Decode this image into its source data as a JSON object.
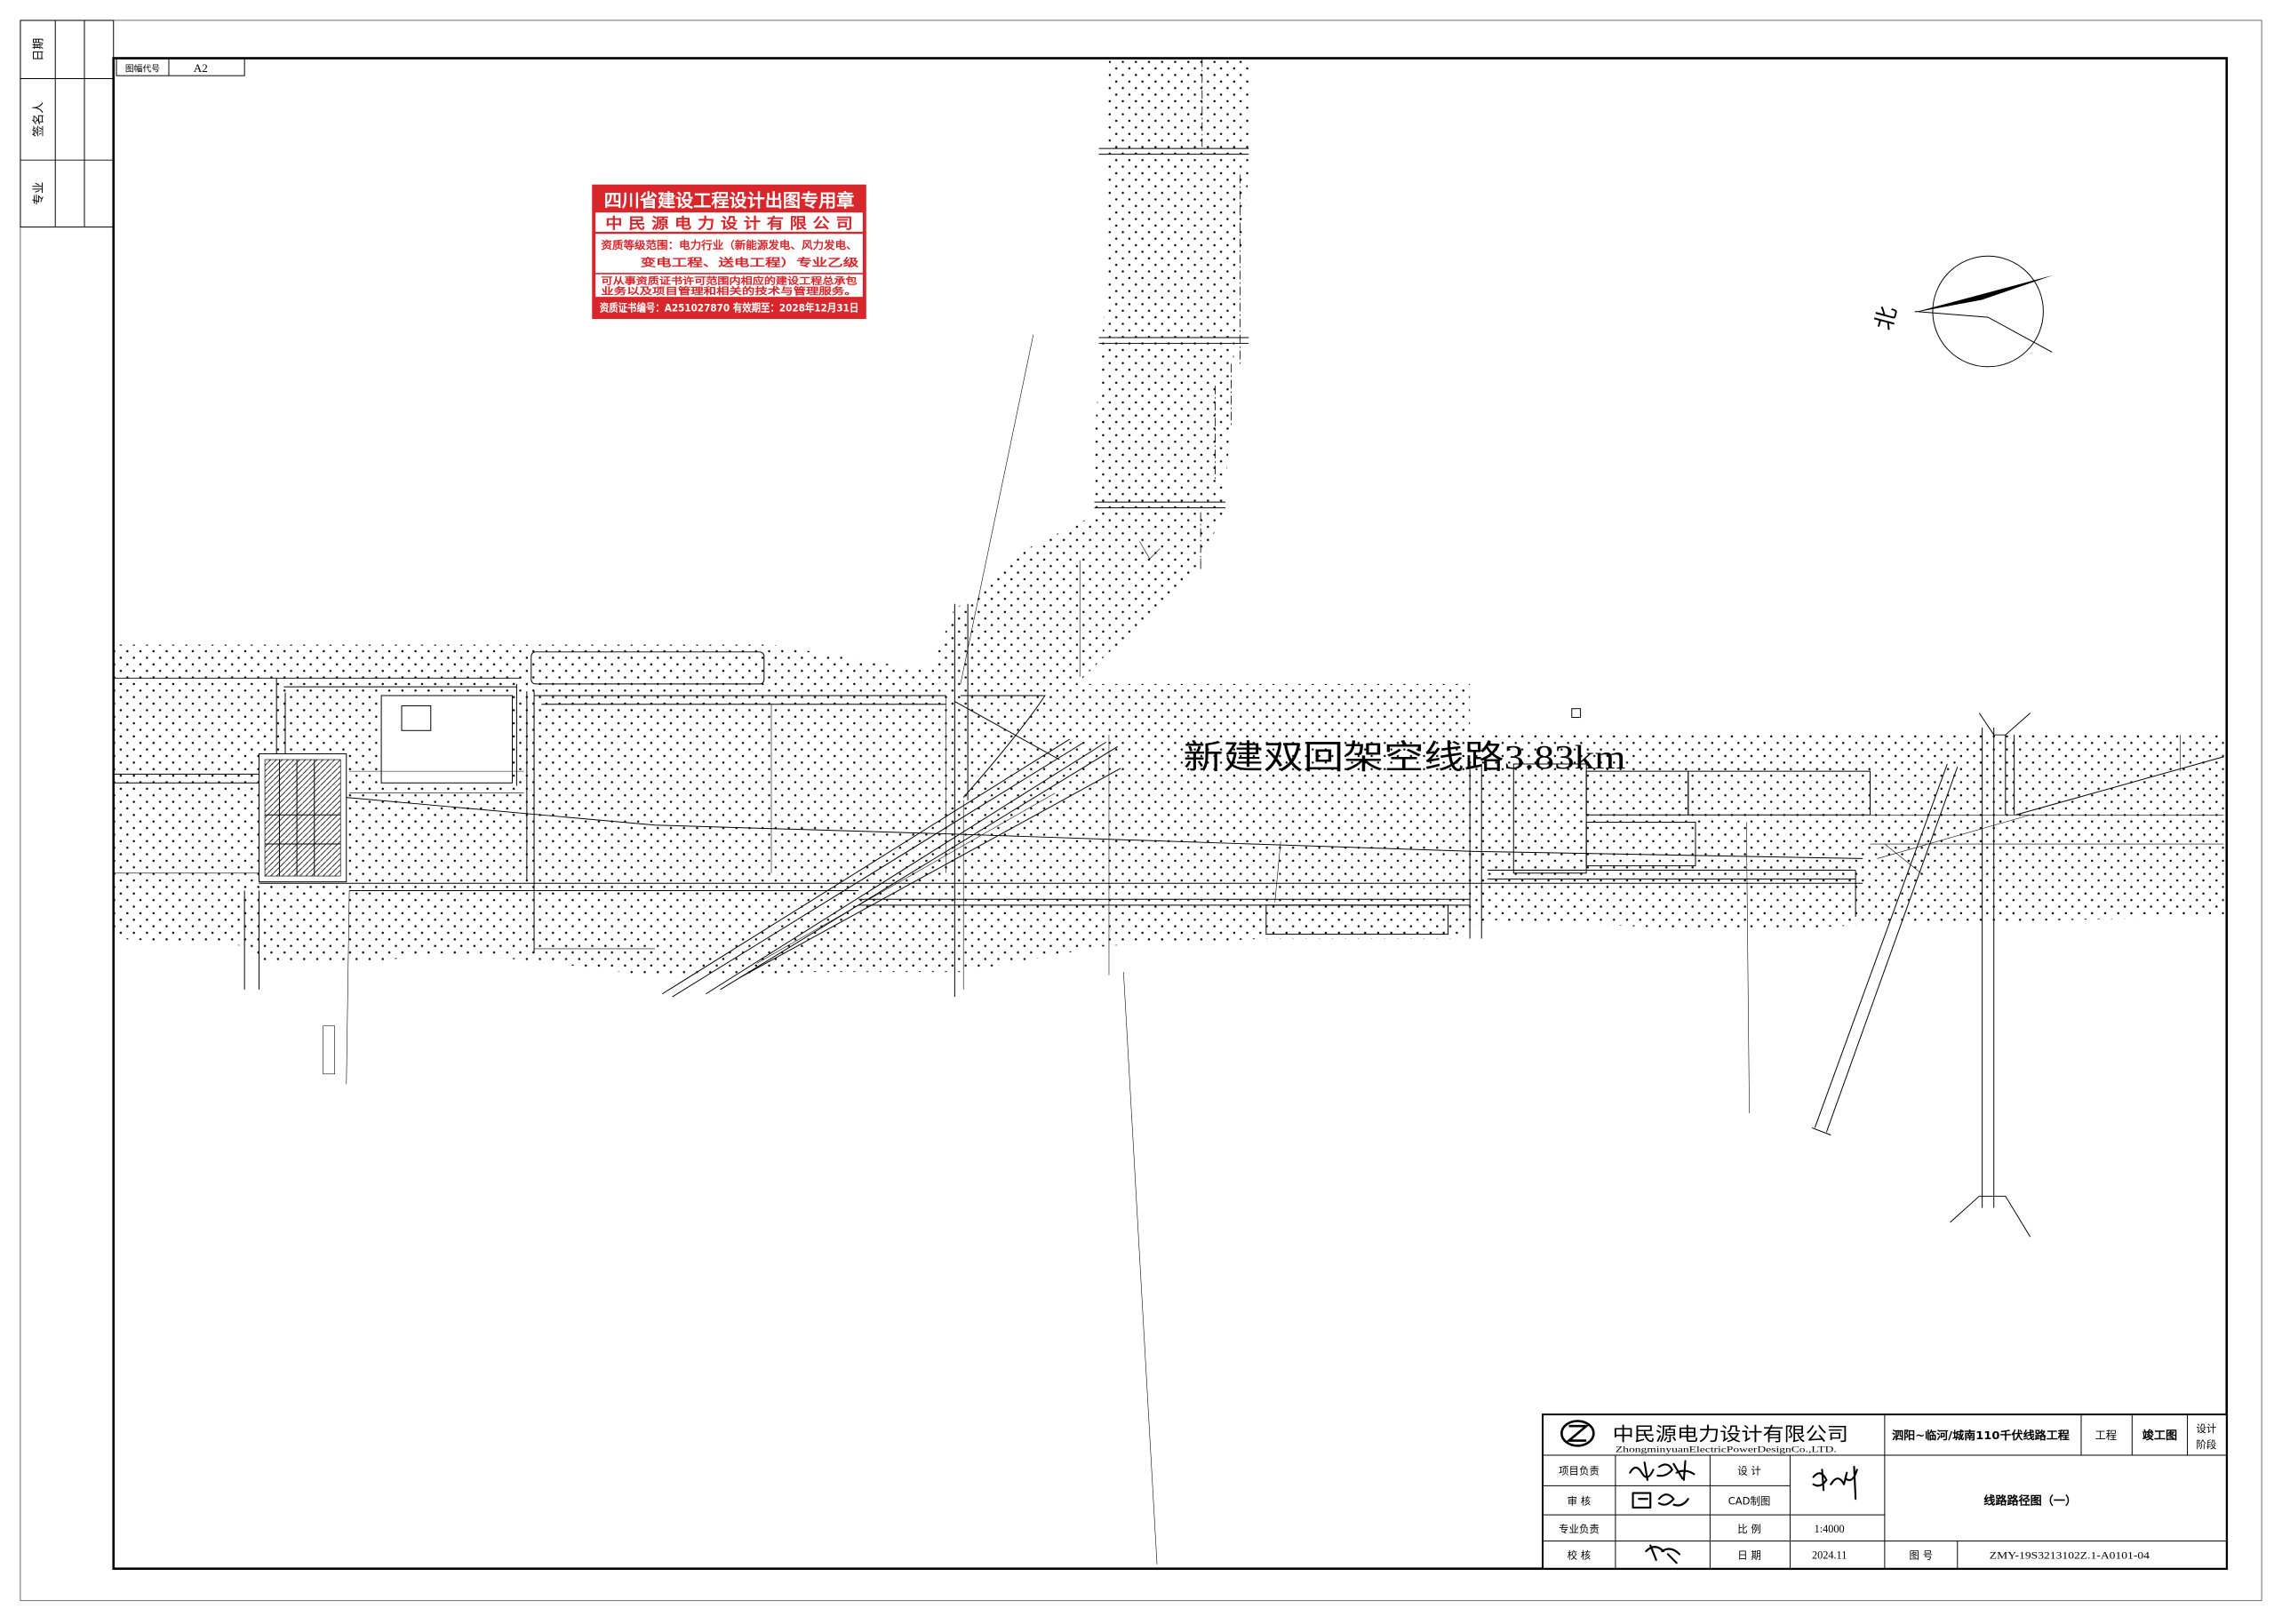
{
  "sheet": {
    "size_label": "图幅代号",
    "size_value": "A2"
  },
  "sign_strip": {
    "labels": [
      "日期",
      "签名人",
      "专业"
    ]
  },
  "stamp": {
    "title": "四川省建设工程设计出图专用章",
    "company": "中 民 源 电 力 设 计 有 限 公 司",
    "scope_line1": "资质等级范围：电力行业（新能源发电、风力发电、",
    "scope_line2": "变电工程、送电工程）专业乙级",
    "business_line1": "可从事资质证书许可范围内相应的建设工程总承包",
    "business_line2": "业务以及项目管理和相关的技术与管理服务。",
    "certificate": "资质证书编号：A251027870  有效期至：2028年12月31日",
    "color": "#d8262b"
  },
  "compass": {
    "north_label": "北"
  },
  "map": {
    "route_label": "新建双回架空线路3.83km"
  },
  "title_block": {
    "company_cn": "中民源电力设计有限公司",
    "company_en": "ZhongminyuanElectricPowerDesignCo.,LTD.",
    "project": "泗阳~临河/城南110千伏线路工程",
    "project_suffix": "工程",
    "stage": "竣工图",
    "stage_label": [
      "设计",
      "阶段"
    ],
    "labels": {
      "project_lead": "项目负责",
      "design": "设 计",
      "review": "审 核",
      "cad": "CAD制图",
      "discipline_lead": "专业负责",
      "scale": "比 例",
      "check": "校 核",
      "date": "日 期",
      "drawing_no": "图 号"
    },
    "scale": "1:4000",
    "date": "2024.11",
    "drawing_no": "ZMY-19S3213102Z.1-A0101-04",
    "drawing_title": "线路路径图（一）"
  }
}
